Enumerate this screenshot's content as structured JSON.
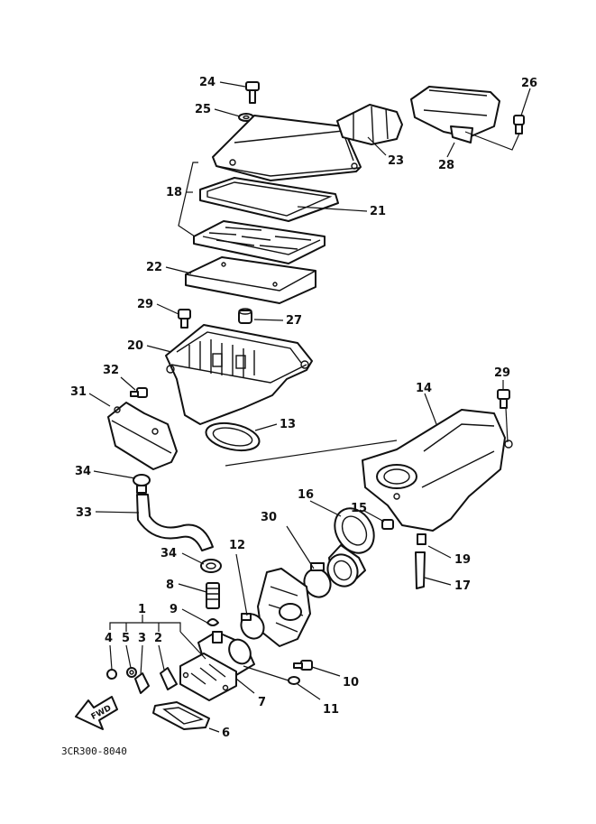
{
  "callouts": {
    "c1": "1",
    "c2": "2",
    "c3": "3",
    "c4": "4",
    "c5": "5",
    "c6": "6",
    "c7": "7",
    "c8": "8",
    "c9": "9",
    "c10": "10",
    "c11": "11",
    "c12": "12",
    "c13": "13",
    "c14": "14",
    "c15": "15",
    "c16": "16",
    "c17": "17",
    "c18": "18",
    "c19": "19",
    "c20": "20",
    "c21": "21",
    "c22": "22",
    "c23": "23",
    "c24": "24",
    "c25": "25",
    "c26": "26",
    "c27": "27",
    "c28": "28",
    "c29a": "29",
    "c29b": "29",
    "c30": "30",
    "c31": "31",
    "c32": "32",
    "c33": "33",
    "c34a": "34",
    "c34b": "34"
  },
  "fwd_label": "FWD",
  "diagram_code": "3CR300-8040"
}
